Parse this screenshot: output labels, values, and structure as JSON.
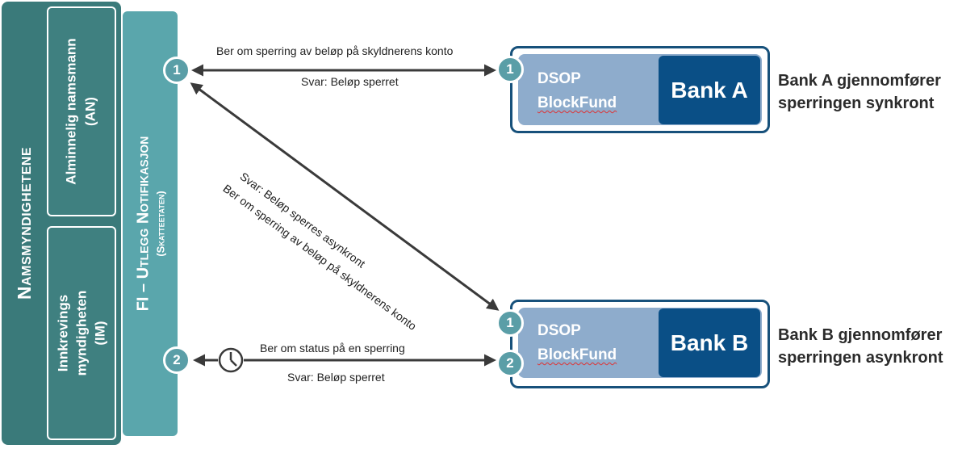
{
  "left_panel": {
    "title": "Namsmyndighetene",
    "an_label_line1": "Alminnelig namsmann",
    "an_label_line2": "(AN)",
    "im_label_line1": "Innkrevings",
    "im_label_line2": "myndigheten",
    "im_label_line3": "(IM)"
  },
  "fi_column": {
    "title": "FI – Utlegg Notifikasjon",
    "subtitle": "(Skatteetaten)"
  },
  "badges": {
    "fi_1": "1",
    "fi_2": "2",
    "bank_a_1": "1",
    "bank_b_1": "1",
    "bank_b_2": "2"
  },
  "banks": {
    "a": {
      "dsop_line1": "DSOP",
      "dsop_line2": "BlockFund",
      "name": "Bank A",
      "note_line1": "Bank A gjennomfører",
      "note_line2": "sperringen synkront"
    },
    "b": {
      "dsop_line1": "DSOP",
      "dsop_line2": "BlockFund",
      "name": "Bank B",
      "note_line1": "Bank B gjennomfører",
      "note_line2": "sperringen asynkront"
    }
  },
  "arrows": {
    "a_request": "Ber om sperring av beløp på skyldnerens konto",
    "a_response": "Svar: Beløp sperret",
    "b_request": "Ber om sperring av beløp på skyldnerens konto",
    "b_response": "Svar: Beløp sperres asynkront",
    "status_request": "Ber om status på en sperring",
    "status_response": "Svar: Beløp sperret"
  },
  "icons": {
    "clock": "clock-icon"
  }
}
